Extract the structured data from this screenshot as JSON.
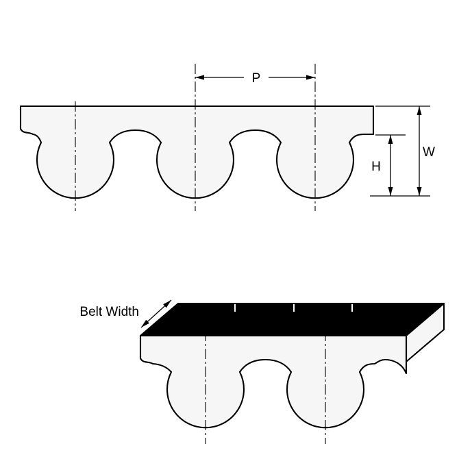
{
  "figure": {
    "type": "timing-belt-tooth-profile-diagram",
    "labels": {
      "pitch_dimension": "P",
      "overall_depth_dimension": "W",
      "tooth_height_dimension": "H",
      "belt_width_label": "Belt Width"
    },
    "colors": {
      "line": "#000000",
      "belt_fill": "#f6f6f6",
      "belt_top_face": "#000000",
      "background": "#ffffff"
    }
  }
}
